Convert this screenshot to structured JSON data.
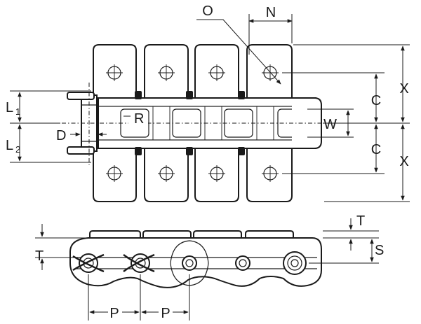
{
  "labels": {
    "O": "O",
    "N": "N",
    "X_top": "X",
    "X_bottom": "X",
    "C_top": "C",
    "C_bottom": "C",
    "W": "W",
    "L1_main": "L",
    "L1_sub": "1",
    "L2_main": "L",
    "L2_sub": "2",
    "D": "D",
    "R": "R",
    "T_right": "T",
    "T_left": "T",
    "S": "S",
    "P_left": "P",
    "P_right": "P"
  }
}
